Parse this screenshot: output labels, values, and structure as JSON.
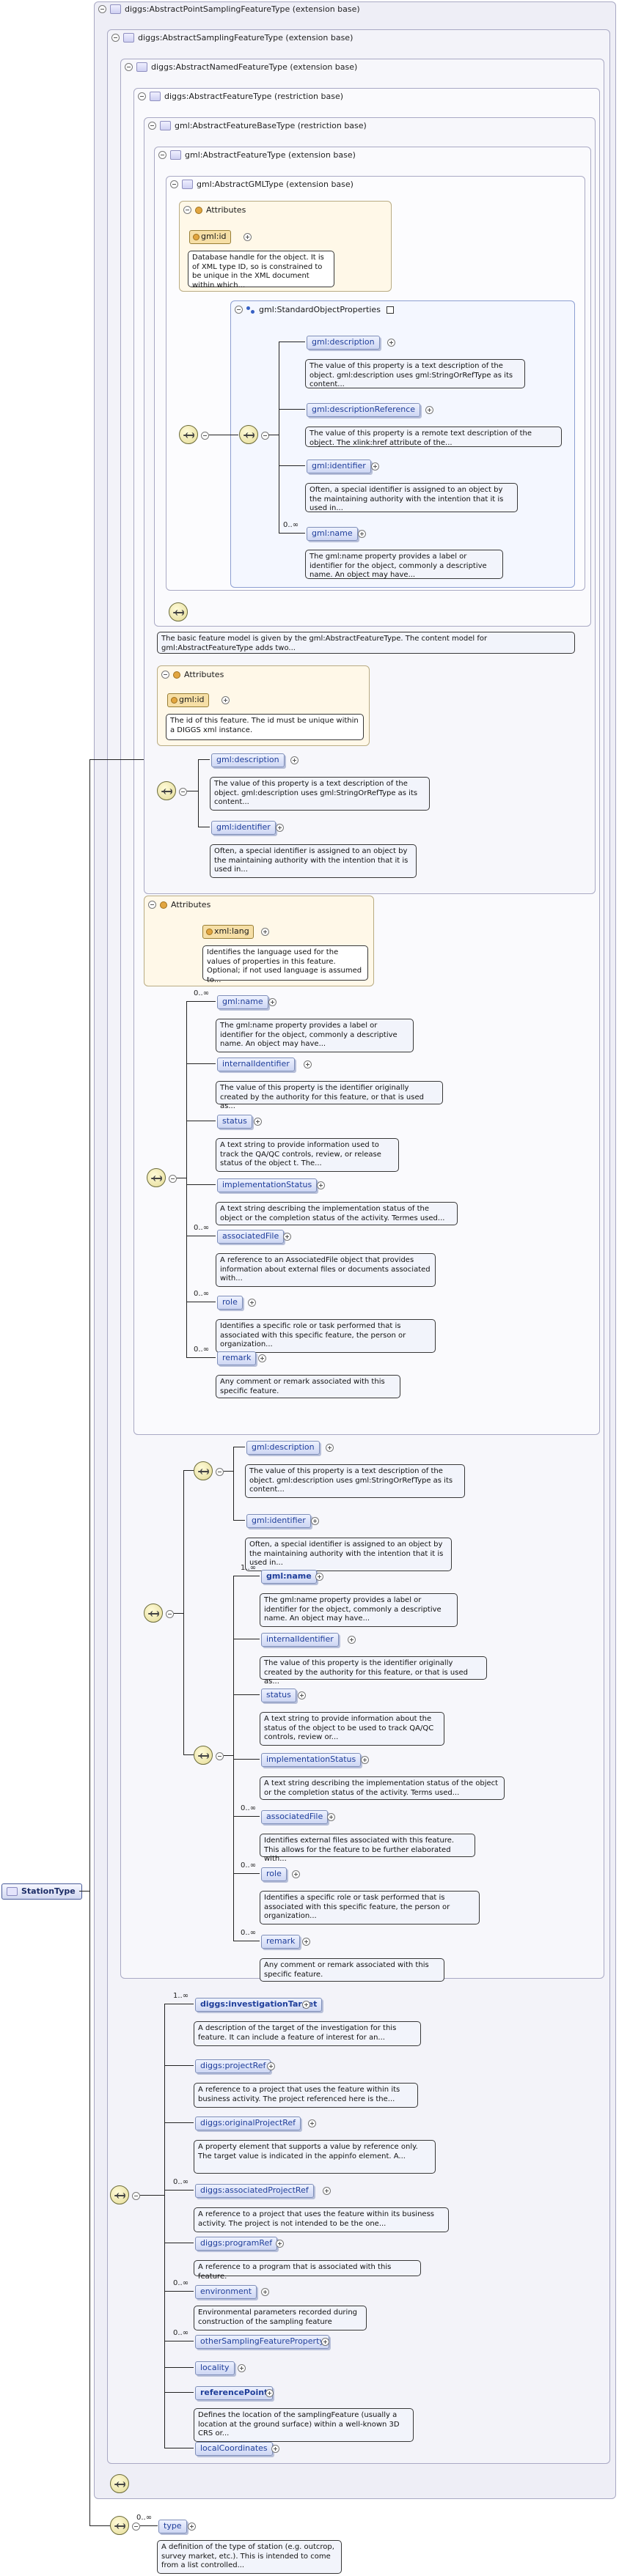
{
  "types": {
    "point_sampling": "diggs:AbstractPointSamplingFeatureType (extension base)",
    "sampling": "diggs:AbstractSamplingFeatureType (extension base)",
    "named": "diggs:AbstractNamedFeatureType (extension base)",
    "feature": "diggs:AbstractFeatureType (restriction base)",
    "gml_feature_base": "gml:AbstractFeatureBaseType (restriction base)",
    "gml_feature": "gml:AbstractFeatureType (extension base)",
    "gml_gml": "gml:AbstractGMLType (extension base)"
  },
  "attributes_label": "Attributes",
  "gml_attrs": {
    "badge": "gml:id",
    "desc": "Database handle for the object. It is of XML type ID, so is constrained to be unique in the XML document within which..."
  },
  "std_props": {
    "label": "gml:StandardObjectProperties",
    "items": [
      {
        "name": "gml:description",
        "desc": "The value of this property is a text description of the object. gml:description uses gml:StringOrRefType as its content..."
      },
      {
        "name": "gml:descriptionReference",
        "desc": "The value of this property is a remote text description of the object. The xlink:href attribute of the..."
      },
      {
        "name": "gml:identifier",
        "desc": "Often, a special identifier is assigned to an object by the maintaining authority with the intention that it is used in..."
      },
      {
        "name": "gml:name",
        "occ": "0..∞",
        "desc": "The gml:name property provides a label or identifier for the object, commonly a descriptive name. An object may have..."
      }
    ]
  },
  "gml_feature_desc": "The basic feature model is given by the gml:AbstractFeatureType. The content model for gml:AbstractFeatureType adds two...",
  "feature_base_attrs": {
    "badge": "gml:id",
    "desc": "The id of this feature. The id must be unique within a DIGGS xml instance."
  },
  "feature_base_elems": [
    {
      "name": "gml:description",
      "desc": "The value of this property is a text description of the object. gml:description uses gml:StringOrRefType as its content..."
    },
    {
      "name": "gml:identifier",
      "desc": "Often, a special identifier is assigned to an object by the maintaining authority with the intention that it is used in..."
    }
  ],
  "feature_attrs": {
    "badge": "xml:lang",
    "desc": "Identifies the language used for the values of properties in this feature. Optional; if not used language is assumed to..."
  },
  "feature_elems": [
    {
      "name": "gml:name",
      "occ": "0..∞",
      "desc": "The gml:name property provides a label or identifier for the object, commonly a descriptive name. An object may have..."
    },
    {
      "name": "internalIdentifier",
      "desc": "The value of this property is the identifier originally created by the authority for this feature, or that is used as..."
    },
    {
      "name": "status",
      "desc": "A text string to provide information used to track the QA/QC controls, review, or release status of the object t. The..."
    },
    {
      "name": "implementationStatus",
      "desc": "A text string describing the implementation status of the object or the completion status of the activity. Termes used..."
    },
    {
      "name": "associatedFile",
      "occ": "0..∞",
      "desc": "A reference to an AssociatedFile object that provides information about external files or documents associated with..."
    },
    {
      "name": "role",
      "occ": "0..∞",
      "desc": "Identifies a specific role or task performed that is associated with this specific feature, the person or organization..."
    },
    {
      "name": "remark",
      "occ": "0..∞",
      "desc": "Any comment or remark associated with this specific feature."
    }
  ],
  "named_choice": [
    {
      "name": "gml:description",
      "desc": "The value of this property is a text description of the object. gml:description uses gml:StringOrRefType as its content..."
    },
    {
      "name": "gml:identifier",
      "desc": "Often, a special identifier is assigned to an object by the maintaining authority with the intention that it is used in..."
    }
  ],
  "named_elems": [
    {
      "name": "gml:name",
      "occ": "1..∞",
      "desc": "The gml:name property provides a label or identifier for the object, commonly a descriptive name. An object may have..."
    },
    {
      "name": "internalIdentifier",
      "desc": "The value of this property is the identifier originally created by the authority for this feature, or that is used as..."
    },
    {
      "name": "status",
      "desc": "A text string to provide information about the status of the object to be used to track QA/QC controls, review or..."
    },
    {
      "name": "implementationStatus",
      "desc": "A text string describing the implementation status of the object or the completion status of the activity. Terms used..."
    },
    {
      "name": "associatedFile",
      "occ": "0..∞",
      "desc": "Identifies external files associated with this feature. This allows for the feature to be further elaborated with..."
    },
    {
      "name": "role",
      "occ": "0..∞",
      "desc": "Identifies a specific role or task performed that is associated with this specific feature, the person or organization..."
    },
    {
      "name": "remark",
      "occ": "0..∞",
      "desc": "Any comment or remark associated with this specific feature."
    }
  ],
  "sampling_elems": [
    {
      "name": "diggs:investigationTarget",
      "occ": "1..∞",
      "desc": "A description of the target of the investigation for this feature. It can include a feature of interest for an..."
    },
    {
      "name": "diggs:projectRef",
      "desc": "A reference to a project that uses the feature within its business activity. The project referenced here is the..."
    },
    {
      "name": "diggs:originalProjectRef",
      "desc": "A property element that supports a value by reference only. The target value is indicated in the appinfo element. A..."
    },
    {
      "name": "diggs:associatedProjectRef",
      "occ": "0..∞",
      "desc": "A reference to a project that uses the feature within its business activity. The project is not intended to be the one..."
    },
    {
      "name": "diggs:programRef",
      "desc": "A reference to a program that is associated with this feature."
    },
    {
      "name": "environment",
      "occ": "0..∞",
      "desc": "Environmental parameters recorded during construction of the sampling feature"
    },
    {
      "name": "otherSamplingFeatureProperty",
      "occ": "0..∞",
      "desc": ""
    },
    {
      "name": "locality",
      "desc": ""
    },
    {
      "name": "referencePoint",
      "desc": "Defines the location of the samplingFeature (usually a location at the ground surface) within a well-known 3D CRS or..."
    },
    {
      "name": "localCoordinates",
      "desc": ""
    }
  ],
  "root": {
    "label": "StationType"
  },
  "station_type": {
    "name": "type",
    "occ": "0..∞",
    "desc": "A definition of the type of station (e.g. outcrop, survey market, etc.). This is intended to come from a list controlled..."
  }
}
